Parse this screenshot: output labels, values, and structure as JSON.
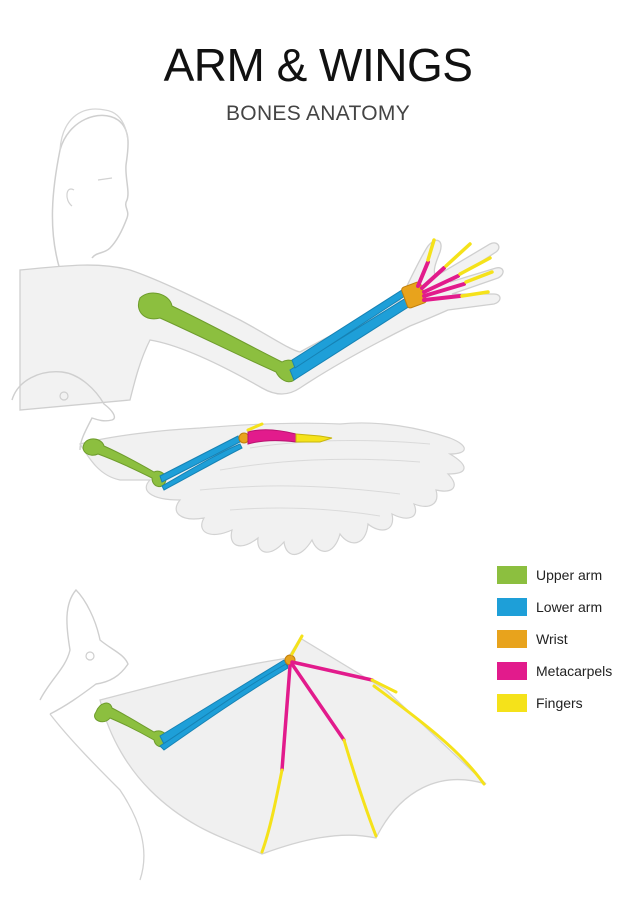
{
  "header": {
    "title": "ARM & WINGS",
    "subtitle": "BONES ANATOMY"
  },
  "legend": [
    {
      "label": "Upper arm",
      "color": "#8cbf3f"
    },
    {
      "label": "Lower arm",
      "color": "#1e9fd8"
    },
    {
      "label": "Wrist",
      "color": "#e8a31c"
    },
    {
      "label": "Metacarpels",
      "color": "#e21b8c"
    },
    {
      "label": "Fingers",
      "color": "#f5e21a"
    }
  ],
  "colors": {
    "upper_arm": "#8cbf3f",
    "lower_arm": "#1e9fd8",
    "wrist": "#e8a31c",
    "metacarpals": "#e21b8c",
    "fingers": "#f5e21a",
    "outline": "#c8c8c8",
    "silhouette_fill": "#efefef"
  },
  "figures": [
    "human-arm",
    "bird-wing",
    "bat-wing"
  ]
}
